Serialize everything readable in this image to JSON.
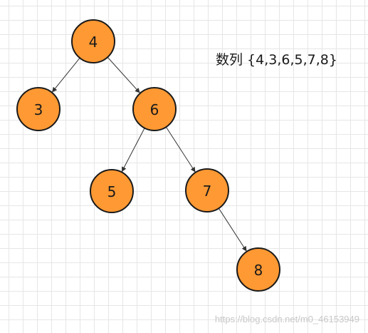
{
  "sequence_label": "数列 {4,3,6,5,7,8}",
  "watermark": "https://blog.csdn.net/m0_46153949",
  "colors": {
    "node_fill": "#ff9933",
    "node_stroke": "#1a1a1a",
    "edge": "#333333",
    "grid": "#e6e6e6"
  },
  "tree": {
    "nodes": [
      {
        "id": "n4",
        "label": "4"
      },
      {
        "id": "n3",
        "label": "3"
      },
      {
        "id": "n6",
        "label": "6"
      },
      {
        "id": "n5",
        "label": "5"
      },
      {
        "id": "n7",
        "label": "7"
      },
      {
        "id": "n8",
        "label": "8"
      }
    ],
    "edges": [
      {
        "from": "n4",
        "to": "n3"
      },
      {
        "from": "n4",
        "to": "n6"
      },
      {
        "from": "n6",
        "to": "n5"
      },
      {
        "from": "n6",
        "to": "n7"
      },
      {
        "from": "n7",
        "to": "n8"
      }
    ]
  }
}
